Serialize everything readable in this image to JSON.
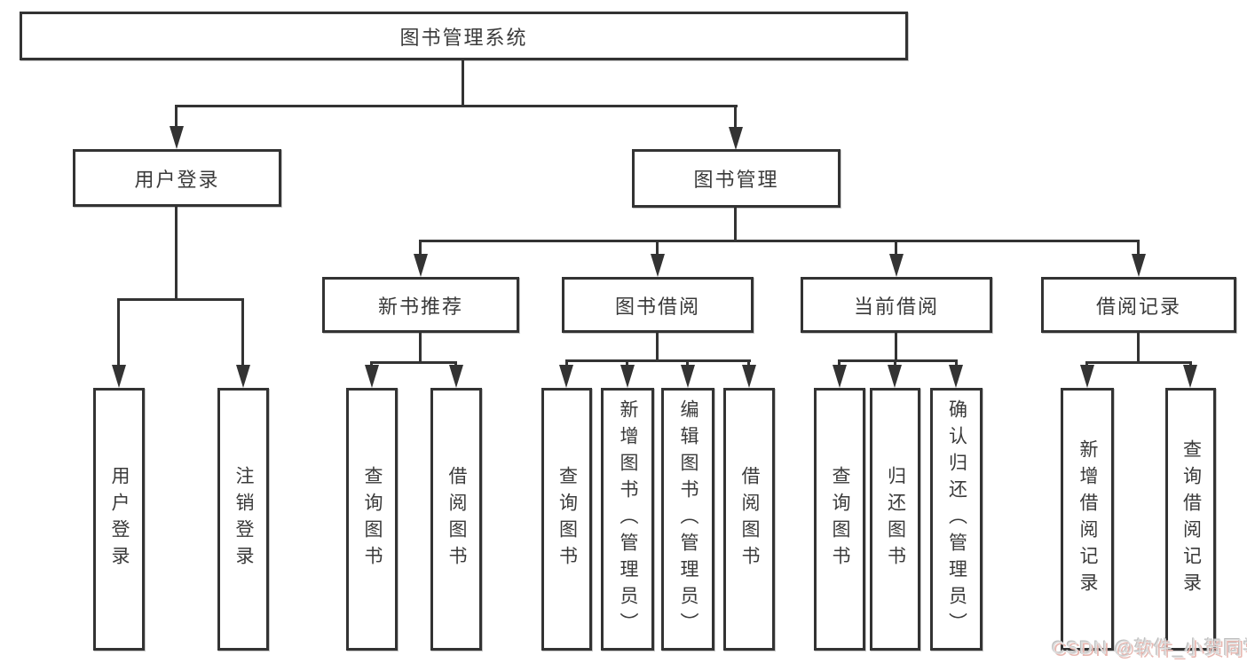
{
  "diagram_title": "图书管理系统",
  "colors": {
    "line": "#333333",
    "text": "#3a3a3a",
    "background": "#ffffff",
    "watermark_text": "#dcdcdc",
    "watermark_shadow": "#e8b7b0"
  },
  "nodes": {
    "root": {
      "label": "图书管理系统"
    },
    "level2": [
      {
        "label": "用户登录"
      },
      {
        "label": "图书管理"
      }
    ],
    "level3": [
      {
        "label": "新书推荐",
        "parent": "图书管理"
      },
      {
        "label": "图书借阅",
        "parent": "图书管理"
      },
      {
        "label": "当前借阅",
        "parent": "图书管理"
      },
      {
        "label": "借阅记录",
        "parent": "图书管理"
      }
    ],
    "leaves": [
      {
        "label": "用户登录",
        "parent": "用户登录"
      },
      {
        "label": "注销登录",
        "parent": "用户登录"
      },
      {
        "label": "查询图书",
        "parent": "新书推荐"
      },
      {
        "label": "借阅图书",
        "parent": "新书推荐"
      },
      {
        "label": "查询图书",
        "parent": "图书借阅"
      },
      {
        "label": "新增图书（管理员）",
        "parent": "图书借阅"
      },
      {
        "label": "编辑图书（管理员）",
        "parent": "图书借阅"
      },
      {
        "label": "借阅图书",
        "parent": "图书借阅"
      },
      {
        "label": "查询图书",
        "parent": "当前借阅"
      },
      {
        "label": "归还图书",
        "parent": "当前借阅"
      },
      {
        "label": "确认归还（管理员）",
        "parent": "当前借阅"
      },
      {
        "label": "新增借阅记录",
        "parent": "借阅记录"
      },
      {
        "label": "查询借阅记录",
        "parent": "借阅记录"
      }
    ]
  },
  "watermark": {
    "text": "CSDN @软件_小贺同学"
  }
}
